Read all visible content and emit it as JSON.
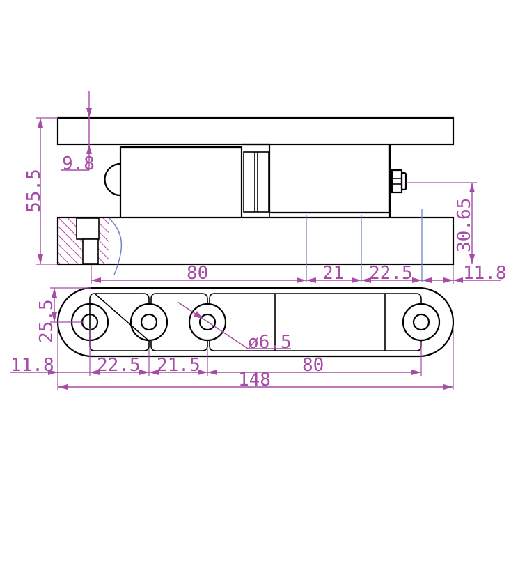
{
  "colors": {
    "outline": "#000000",
    "dimension": "#a64ca6",
    "center_line": "#6f86c9",
    "hatch": "#c040a8"
  },
  "side_view": {
    "height_label": "55.5",
    "top_plate_label": "9.8",
    "bolt_height_label": "30.65",
    "base_dims": [
      "80",
      "21",
      "22.5",
      "11.8"
    ]
  },
  "top_view": {
    "width_label": "25.5",
    "hole_label": "ø6.5",
    "pitch_dims": [
      "11.8",
      "22.5",
      "21.5",
      "80"
    ],
    "overall_label": "148"
  }
}
